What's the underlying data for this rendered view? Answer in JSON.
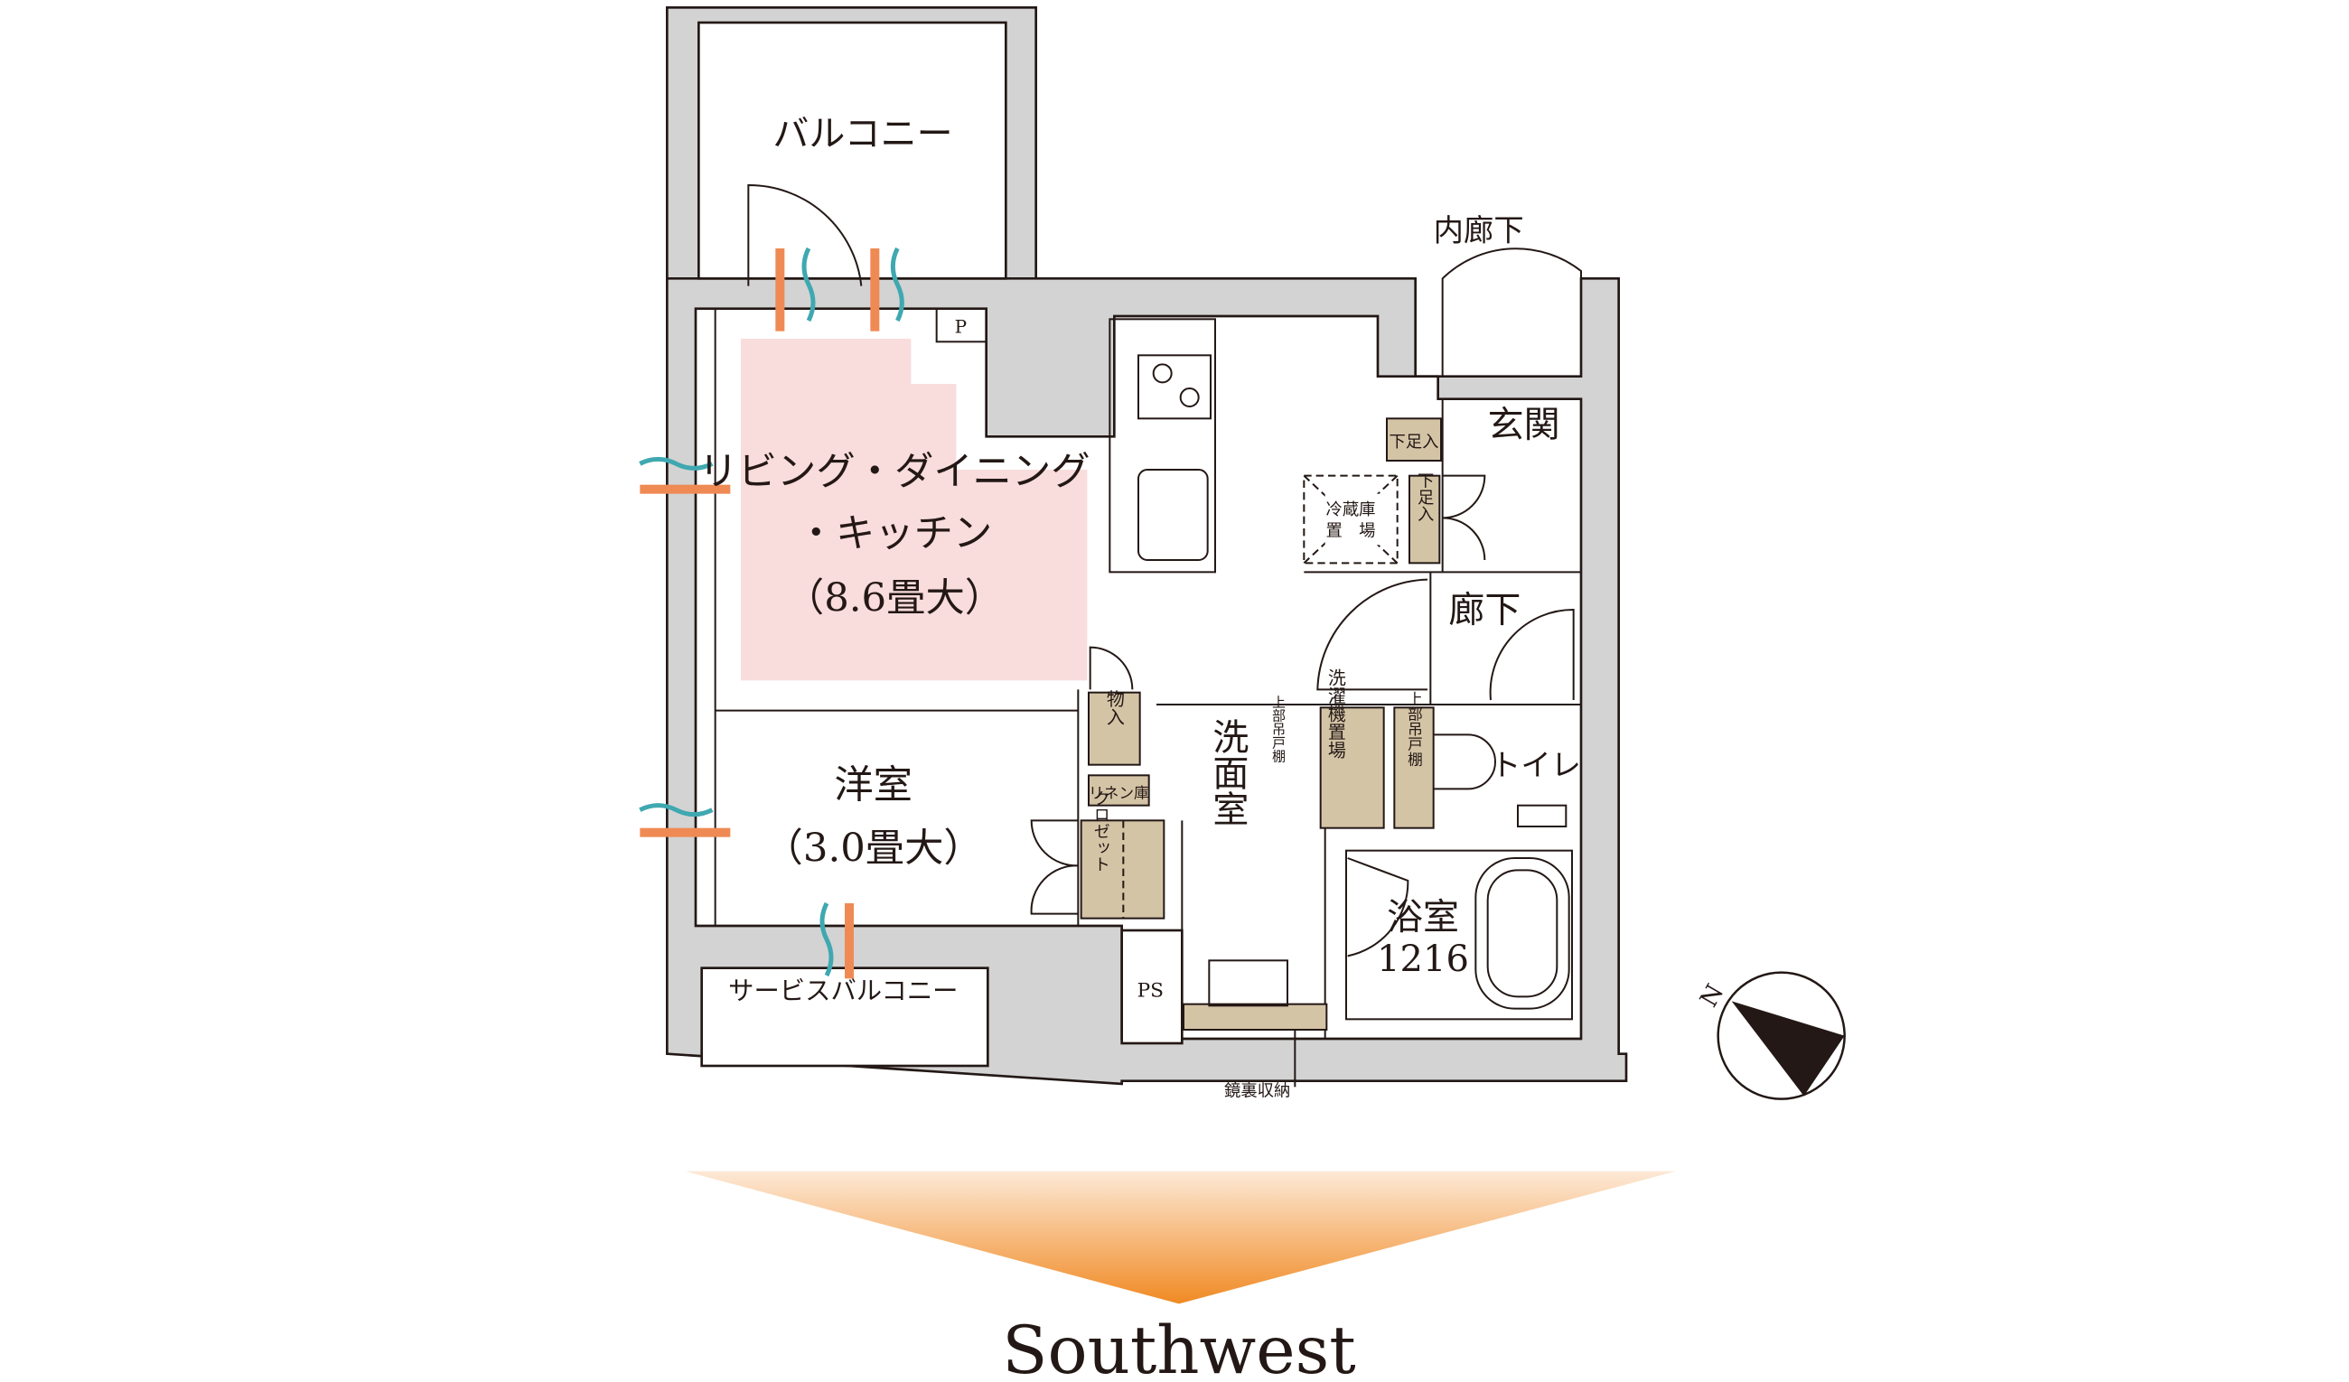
{
  "floorplan": {
    "rooms": {
      "balcony": "バルコニー",
      "inner_corridor": "内廊下",
      "ldk_line1": "リビング・ダイニング",
      "ldk_line2": "・キッチン",
      "ldk_size": "（8.6畳大）",
      "western_room": "洋室",
      "western_size": "（3.0畳大）",
      "entrance": "玄関",
      "hallway": "廊下",
      "toilet": "トイレ",
      "washroom": "洗面室",
      "bathroom": "浴室",
      "bathroom_size": "1216",
      "service_balcony": "サービスバルコニー",
      "ps": "PS",
      "p": "P"
    },
    "fixtures": {
      "fridge_line1": "冷蔵庫",
      "fridge_line2": "置　場",
      "shoe_cabinet": "下足入",
      "shoe_cabinet_2": "下足入",
      "storage": "物入",
      "linen": "リネン庫",
      "closet": "クロゼット",
      "laundry": "洗濯機置場",
      "upper_cabinet": "上部吊戸棚",
      "upper_cabinet_2": "上部吊戸棚",
      "mirror_storage": "鏡裏収納"
    },
    "compass": {
      "north": "N"
    },
    "orientation": "Southwest",
    "colors": {
      "ldk_highlight": "#f9dcdc",
      "fixture": "#d4c4a6",
      "wall": "#d3d3d3",
      "arrow": "#f08a24",
      "wind_warm": "#ef8a55",
      "wind_cool": "#3fa8b0"
    }
  }
}
